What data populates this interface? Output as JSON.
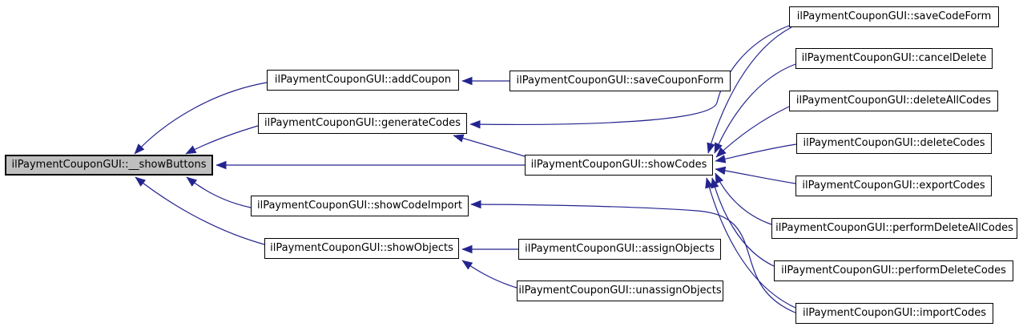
{
  "diagram": {
    "type": "call-graph",
    "root_id": "showButtons",
    "colors": {
      "edge": "#24248f",
      "node_bg": "#ffffff",
      "node_border": "#000000",
      "root_bg": "#bfbfbf",
      "canvas_bg": "#ffffff",
      "text": "#000000"
    },
    "nodes": [
      {
        "id": "showButtons",
        "label": "ilPaymentCouponGUI::__showButtons",
        "is_root": true
      },
      {
        "id": "addCoupon",
        "label": "ilPaymentCouponGUI::addCoupon",
        "is_root": false
      },
      {
        "id": "generateCodes",
        "label": "ilPaymentCouponGUI::generateCodes",
        "is_root": false
      },
      {
        "id": "showCodeImport",
        "label": "ilPaymentCouponGUI::showCodeImport",
        "is_root": false
      },
      {
        "id": "showObjects",
        "label": "ilPaymentCouponGUI::showObjects",
        "is_root": false
      },
      {
        "id": "saveCouponForm",
        "label": "ilPaymentCouponGUI::saveCouponForm",
        "is_root": false
      },
      {
        "id": "showCodes",
        "label": "ilPaymentCouponGUI::showCodes",
        "is_root": false
      },
      {
        "id": "assignObjects",
        "label": "ilPaymentCouponGUI::assignObjects",
        "is_root": false
      },
      {
        "id": "unassignObjects",
        "label": "ilPaymentCouponGUI::unassignObjects",
        "is_root": false
      },
      {
        "id": "saveCodeForm",
        "label": "ilPaymentCouponGUI::saveCodeForm",
        "is_root": false
      },
      {
        "id": "cancelDelete",
        "label": "ilPaymentCouponGUI::cancelDelete",
        "is_root": false
      },
      {
        "id": "deleteAllCodes",
        "label": "ilPaymentCouponGUI::deleteAllCodes",
        "is_root": false
      },
      {
        "id": "deleteCodes",
        "label": "ilPaymentCouponGUI::deleteCodes",
        "is_root": false
      },
      {
        "id": "exportCodes",
        "label": "ilPaymentCouponGUI::exportCodes",
        "is_root": false
      },
      {
        "id": "performDeleteAllCodes",
        "label": "ilPaymentCouponGUI::performDeleteAllCodes",
        "is_root": false
      },
      {
        "id": "performDeleteCodes",
        "label": "ilPaymentCouponGUI::performDeleteCodes",
        "is_root": false
      },
      {
        "id": "importCodes",
        "label": "ilPaymentCouponGUI::importCodes",
        "is_root": false
      }
    ],
    "edges": [
      {
        "from": "addCoupon",
        "to": "showButtons"
      },
      {
        "from": "generateCodes",
        "to": "showButtons"
      },
      {
        "from": "showCodes",
        "to": "showButtons"
      },
      {
        "from": "showCodeImport",
        "to": "showButtons"
      },
      {
        "from": "showObjects",
        "to": "showButtons"
      },
      {
        "from": "saveCouponForm",
        "to": "addCoupon"
      },
      {
        "from": "showCodes",
        "to": "generateCodes"
      },
      {
        "from": "saveCodeForm",
        "to": "generateCodes"
      },
      {
        "from": "saveCodeForm",
        "to": "showCodes"
      },
      {
        "from": "cancelDelete",
        "to": "showCodes"
      },
      {
        "from": "deleteAllCodes",
        "to": "showCodes"
      },
      {
        "from": "deleteCodes",
        "to": "showCodes"
      },
      {
        "from": "exportCodes",
        "to": "showCodes"
      },
      {
        "from": "performDeleteAllCodes",
        "to": "showCodes"
      },
      {
        "from": "performDeleteCodes",
        "to": "showCodes"
      },
      {
        "from": "importCodes",
        "to": "showCodes"
      },
      {
        "from": "importCodes",
        "to": "showCodeImport"
      },
      {
        "from": "assignObjects",
        "to": "showObjects"
      },
      {
        "from": "unassignObjects",
        "to": "showObjects"
      }
    ]
  }
}
